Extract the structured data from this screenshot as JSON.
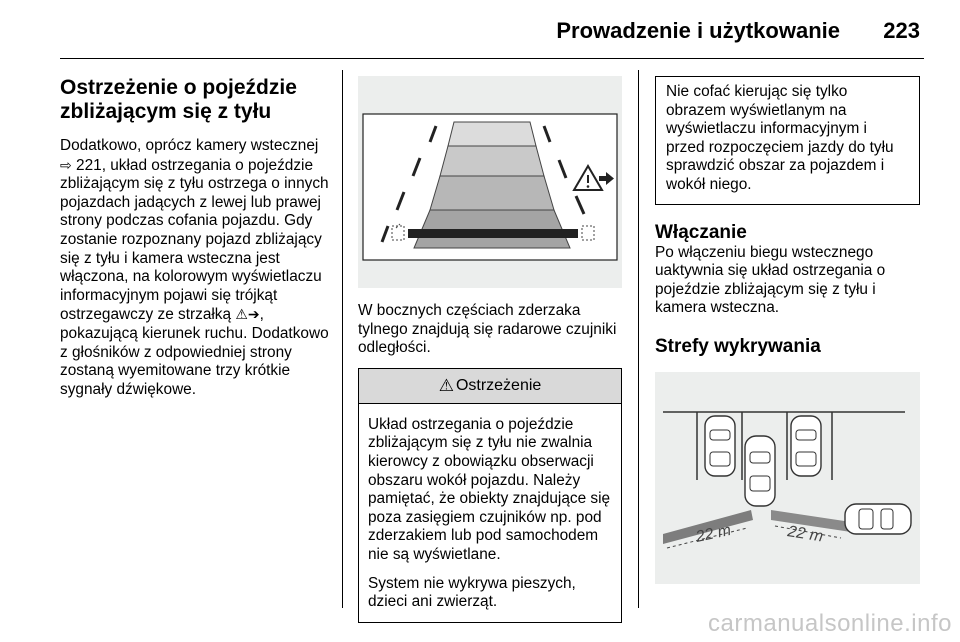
{
  "header": {
    "title": "Prowadzenie i użytkowanie",
    "page": "223"
  },
  "col1": {
    "heading": "Ostrzeżenie o pojeździe zbliżającym się z tyłu",
    "body_a": "Dodatkowo, oprócz kamery wstecznej ",
    "ref_icon": "arrow-reference-icon",
    "body_b": " 221, układ ostrzegania o pojeździe zbliżającym się z tyłu ostrzega o innych pojazdach jadących z lewej lub prawej strony podczas cofania pojazdu. Gdy zostanie rozpoznany pojazd zbliżający się z tyłu i kamera wsteczna jest włączona, na kolorowym wyświetlaczu informacyjnym pojawi się trójkąt ostrzegawczy ze strzałką ",
    "warn_icon": "warning-triangle-arrow-icon",
    "body_c": ", pokazującą kierunek ruchu. Dodatkowo z głośników z odpowiedniej strony zostaną wyemitowane trzy krótkie sygnały dźwiękowe."
  },
  "col2": {
    "caption": "W bocznych częściach zderzaka tylnego znajdują się radarowe czujniki odległości.",
    "warning_title": "Ostrzeżenie",
    "warning_p1": "Układ ostrzegania o pojeździe zbliżającym się z tyłu nie zwalnia kierowcy z obowiązku obserwacji obszaru wokół pojazdu. Należy pamiętać, że obiekty znajdujące się poza zasięgiem czujników np. pod zderzakiem lub pod samochodem nie są wyświetlane.",
    "warning_p2": "System nie wykrywa pieszych, dzieci ani zwierząt."
  },
  "col3": {
    "note": "Nie cofać kierując się tylko obrazem wyświetlanym na wyświetlaczu informacyjnym i przed rozpoczęciem jazdy do tyłu sprawdzić obszar za pojazdem i wokół niego.",
    "heading_on": "Włączanie",
    "body_on": "Po włączeniu biegu wstecznego uaktywnia się układ ostrzegania o pojeździe zbliżającym się z tyłu i kamera wsteczna.",
    "heading_zones": "Strefy wykrywania",
    "range_left": "22 m",
    "range_right": "22 m"
  },
  "watermark": "carmanualsonline.info"
}
